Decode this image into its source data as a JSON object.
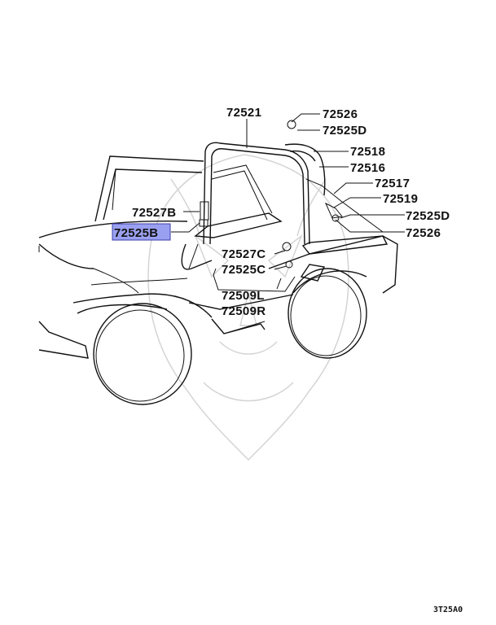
{
  "diagram": {
    "labels": {
      "l72521": "72521",
      "l72526a": "72526",
      "l72525D_a": "72525D",
      "l72518": "72518",
      "l72516": "72516",
      "l72517": "72517",
      "l72519": "72519",
      "l72525D_b": "72525D",
      "l72526b": "72526",
      "l72527B": "72527B",
      "l72525B": "72525B",
      "l72527C": "72527C",
      "l72525C": "72525C",
      "l72509L": "72509L",
      "l72509R": "72509R"
    },
    "highlighted_label": "72525B",
    "highlight_color": "#9aa0f0",
    "diagram_code": "3T25A0"
  }
}
